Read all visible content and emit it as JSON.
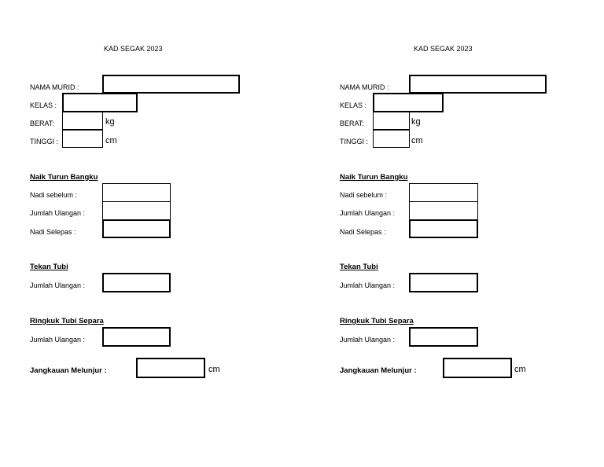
{
  "cards": [
    {
      "title": "KAD SEGAK 2023",
      "nama_label": "NAMA MURID :",
      "kelas_label": "KELAS :",
      "berat_label": "BERAT:",
      "berat_unit": "kg",
      "tinggi_label": "TINGGI :",
      "tinggi_unit": "cm",
      "naik_turun_heading": "Naik Turun Bangku",
      "nadi_sebelum_label": "Nadi sebelum :",
      "jumlah_ulangan_label": "Jumlah Ulangan :",
      "nadi_selepas_label": "Nadi Selepas :",
      "tekan_tubi_heading": "Tekan Tubi",
      "tekan_tubi_ulangan_label": "Jumlah Ulangan :",
      "ringkuk_heading": "Ringkuk Tubi Separa",
      "ringkuk_ulangan_label": "Jumlah Ulangan :",
      "jangkauan_label": "Jangkauan Melunjur :",
      "jangkauan_unit": "cm"
    },
    {
      "title": "KAD SEGAK 2023",
      "nama_label": "NAMA MURID :",
      "kelas_label": "KELAS :",
      "berat_label": "BERAT:",
      "berat_unit": "kg",
      "tinggi_label": "TINGGI :",
      "tinggi_unit": "cm",
      "naik_turun_heading": "Naik Turun Bangku",
      "nadi_sebelum_label": "Nadi sebelum :",
      "jumlah_ulangan_label": "Jumlah Ulangan :",
      "nadi_selepas_label": "Nadi Selepas :",
      "tekan_tubi_heading": "Tekan Tubi",
      "tekan_tubi_ulangan_label": "Jumlah Ulangan :",
      "ringkuk_heading": "Ringkuk Tubi Separa",
      "ringkuk_ulangan_label": "Jumlah Ulangan :",
      "jangkauan_label": "Jangkauan Melunjur :",
      "jangkauan_unit": "cm"
    }
  ]
}
